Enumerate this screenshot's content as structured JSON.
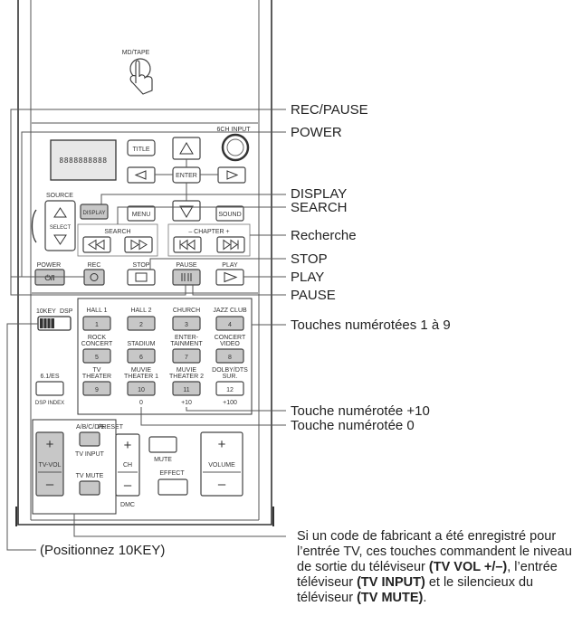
{
  "remote": {
    "top_button": "MD/TAPE",
    "input_label": "6CH INPUT",
    "display_text": "8888888888",
    "buttons": {
      "title": "TITLE",
      "enter": "ENTER",
      "display": "DISPLAY",
      "menu": "MENU",
      "sound": "SOUND",
      "source": "SOURCE",
      "select": "SELECT",
      "search": "SEARCH",
      "chapter": "– CHAPTER +",
      "power": "POWER",
      "power_symbol": "⏻/I",
      "rec": "REC",
      "stop": "STOP",
      "pause": "PAUSE",
      "play": "PLAY",
      "tenkey": "10KEY",
      "dsp": "DSP",
      "k1": "HALL 1",
      "k2": "HALL 2",
      "k3": "CHURCH",
      "k4": "JAZZ CLUB",
      "k5a": "ROCK",
      "k5b": "CONCERT",
      "k6": "STADIUM",
      "k7a": "ENTER-",
      "k7b": "TAINMENT",
      "k8a": "CONCERT",
      "k8b": "VIDEO",
      "k9a": "TV",
      "k9b": "THEATER",
      "k10a": "MUVIE",
      "k10b": "THEATER 1",
      "k11a": "MUVIE",
      "k11b": "THEATER 2",
      "k12a": "DOLBY/DTS",
      "k12b": "SUR.",
      "n1": "1",
      "n2": "2",
      "n3": "3",
      "n4": "4",
      "n5": "5",
      "n6": "6",
      "n7": "7",
      "n8": "8",
      "n9": "9",
      "n10": "10",
      "n11": "11",
      "n12": "12",
      "sub10": "0",
      "sub11": "+10",
      "sub12": "+100",
      "es": "6.1/ES",
      "dspindex": "DSP INDEX",
      "abcde": "A/B/C/D/E",
      "preset": "PRESET",
      "tvinput": "TV INPUT",
      "tvvol": "TV-VOL",
      "tvmute": "TV MUTE",
      "ch": "CH",
      "dmc": "DMC",
      "mute": "MUTE",
      "effect": "EFFECT",
      "volume": "VOLUME",
      "plus": "+",
      "minus": "–"
    }
  },
  "callouts": {
    "rec_pause": "REC/PAUSE",
    "power": "POWER",
    "display": "DISPLAY",
    "search": "SEARCH",
    "recherche": "Recherche",
    "stop": "STOP",
    "play": "PLAY",
    "pause": "PAUSE",
    "numbered_1_9": "Touches numérotées 1 à 9",
    "numbered_plus10": "Touche numérotée +10",
    "numbered_0": "Touche numérotée 0",
    "position_10key": "(Positionnez 10KEY)"
  },
  "note": {
    "t1": "Si un code de fabricant a été enregistré pour l’entrée TV, ces touches commandent le niveau de sortie du téléviseur ",
    "b1": "(TV VOL +/–)",
    "t2": ", l’entrée téléviseur ",
    "b2": "(TV INPUT)",
    "t3": " et le silencieux du téléviseur ",
    "b3": "(TV MUTE)",
    "t4": "."
  }
}
